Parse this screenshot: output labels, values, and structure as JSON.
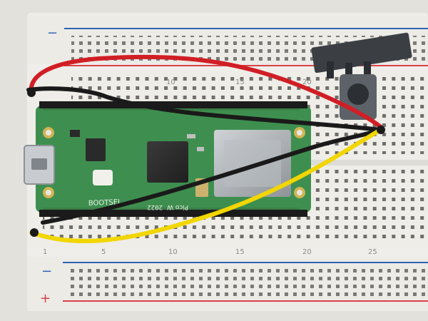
{
  "photo": {
    "subject": "Raspberry Pi Pico W with IR receiver on solderless breadboard"
  },
  "breadboard": {
    "body_color": "#efeeea",
    "rail_red_color": "#d8414a",
    "rail_blue_color": "#2f63b3",
    "rail_top_minus": "−",
    "rail_bottom_minus": "−",
    "rail_bottom_plus": "+",
    "column_labels_top": [
      "10",
      "15",
      "20"
    ],
    "column_labels_bottom": [
      "1",
      "5",
      "10",
      "15",
      "20",
      "25"
    ]
  },
  "pico": {
    "board_color": "#3e8f4f",
    "silk_bootsel": "BOOTSEL",
    "silk_year": "2022",
    "silk_model": "Pico W"
  },
  "ir_receiver": {
    "module_color": "#3b3f44"
  },
  "wires": [
    {
      "name": "red-wire",
      "color": "#d11e25"
    },
    {
      "name": "black-wire",
      "color": "#1a1a1a"
    },
    {
      "name": "yellow-wire",
      "color": "#f2d600"
    }
  ]
}
